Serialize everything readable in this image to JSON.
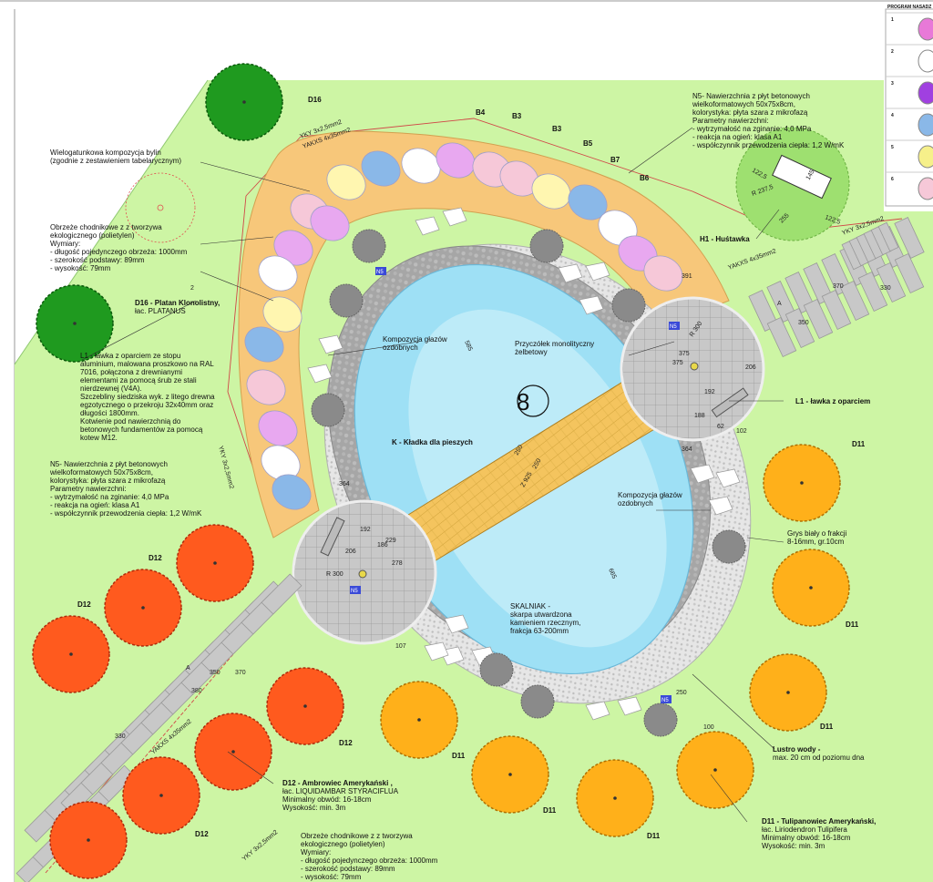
{
  "legend": {
    "title": "PROGRAM NASADZ",
    "rows": [
      "1",
      "2",
      "3",
      "4",
      "5",
      "6"
    ],
    "colors": [
      "#e879d8",
      "#ffffff",
      "#a040e0",
      "#8ab8e8",
      "#f6f08a",
      "#f6c8d8"
    ]
  },
  "plan_number": "8",
  "trees": {
    "d16": "D16",
    "d12": "D12",
    "d11": "D11"
  },
  "bed_labels": [
    "B4",
    "B3",
    "B3",
    "B5",
    "B7",
    "B6"
  ],
  "notes": {
    "wielogatunkowa": [
      "Wielogatunkowa kompozycja bylin",
      "(zgodnie z zestawieniem tabelarycznym)"
    ],
    "obrzeze_top": [
      "Obrzeże chodnikowe z z tworzywa",
      "ekologicznego (polietylen)",
      "Wymiary:",
      "- długość pojedynczego obrzeża: 1000mm",
      "- szerokość podstawy: 89mm",
      "- wysokość: 79mm"
    ],
    "d16_label": [
      "D16 - Platan Klonolistny,",
      "łac. PLATANUS"
    ],
    "l1_left": [
      "L1 - ławka z oparciem ze stopu",
      "aluminium, malowana proszkowo na RAL",
      "7016, połączona z drewnianymi",
      "elementami za pomocą śrub ze stali",
      "nierdzewnej (V4A).",
      "Szczebliny siedziska wyk. z litego drewna",
      "egzotycznego o przekroju 32x40mm oraz",
      "długości 1800mm.",
      "Kotwienie pod nawierzchnią do",
      "betonowych fundamentów za pomocą",
      "kotew M12."
    ],
    "n5_left": [
      "N5- Nawierzchnia z płyt betonowych",
      "wielkoformatowych 50x75x8cm,",
      "kolorystyka: płyta szara z mikrofazą",
      "Parametry nawierzchni:",
      "- wytrzymałość na zginanie: 4,0 MPa",
      "- reakcja na ogień: klasa A1",
      "- współczynnik przewodzenia ciepła: 1,2 W/mK"
    ],
    "n5_right": [
      "N5- Nawierzchnia z płyt betonowych",
      "wielkoformatowych 50x75x8cm,",
      "kolorystyka: płyta szara z mikrofazą",
      "Parametry nawierzchni:",
      "- wytrzymałość na zginanie: 4,0 MPa",
      "- reakcja na ogień: klasa A1",
      "- współczynnik przewodzenia ciepła: 1,2 W/mK"
    ],
    "h1": "H1 - Huśtawka",
    "kompozycja_1": [
      "Kompozycja głazów",
      "ozdobnych"
    ],
    "przyczolek": [
      "Przyczółek monolityczny",
      "żelbetowy"
    ],
    "kladka": "K - Kładka dla pieszych",
    "kompozycja_2": [
      "Kompozycja głazów",
      "ozdobnych"
    ],
    "l1_right": "L1 - ławka z oparciem",
    "grys": [
      "Grys biały o frakcji",
      "8-16mm, gr.10cm"
    ],
    "skalniak": [
      "SKALNIAK -",
      "skarpa utwardzona",
      "kamieniem rzecznym,",
      "frakcja 63-200mm"
    ],
    "lustro": [
      "Lustro wody -",
      "max. 20 cm od poziomu dna"
    ],
    "d12_label": [
      "D12 - Ambrowiec Amerykański ,",
      "łac. LIQUIDAMBAR STYRACIFLUA",
      "Minimalny obwód: 16-18cm",
      "Wysokość: min. 3m"
    ],
    "obrzeze_bottom": [
      "Obrzeże chodnikowe z z tworzywa",
      "ekologicznego (polietylen)",
      "Wymiary:",
      "- długość pojedynczego obrzeża: 1000mm",
      "- szerokość podstawy: 89mm",
      "- wysokość: 79mm"
    ],
    "d11_label": [
      "D11 - Tulipanowiec Amerykański,",
      "łac. Liriodendron Tulipifera",
      "Minimalny obwód: 16-18cm",
      "Wysokość: min. 3m"
    ]
  },
  "dimensions": {
    "yky_top": "YKY 3x2,5mm2",
    "yakxs_top": "YAKXS 4x35mm2",
    "yky_right": "YKY 3x2,5mm2",
    "yakxs_right": "YAKXS 4x35mm2",
    "yky_left": "YKY 3x2,5mm2",
    "yakxs_bottom": "YAKXS 4x35mm2",
    "yky_bottom": "YKY 3x2,5mm2",
    "r_top": "R 300",
    "r_left": "R 300",
    "r_swing": "R 237,5",
    "swing_a": "122,5",
    "swing_b": "145",
    "swing_c": "122,5",
    "swing_d": "255",
    "axis_1": "585",
    "axis_2": "665",
    "bridge_1": "250",
    "bridge_2": "Z 925",
    "bridge_3": "250",
    "dims_misc": [
      "391",
      "375",
      "375",
      "206",
      "192",
      "188",
      "62",
      "102",
      "364",
      "364",
      "229",
      "192",
      "186",
      "206",
      "278",
      "107",
      "250",
      "100",
      "350",
      "370",
      "330",
      "380",
      "350",
      "370",
      "330"
    ],
    "section_a": "A",
    "n5_mark": "N5",
    "two": "2"
  }
}
